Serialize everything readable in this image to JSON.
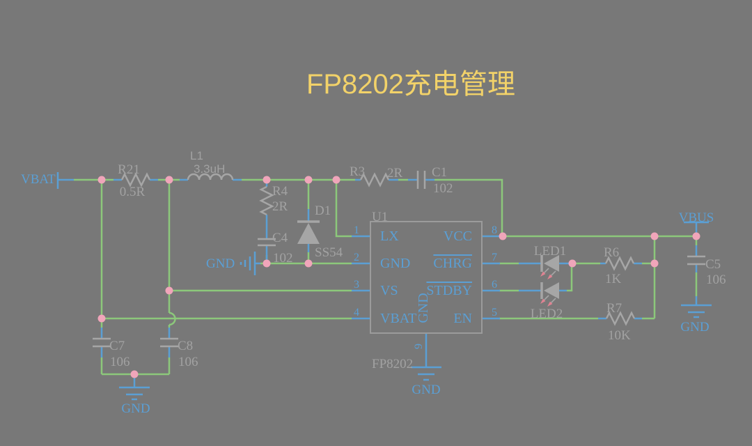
{
  "title": "FP8202充电管理",
  "power": {
    "vbat": "VBAT",
    "vbus": "VBUS",
    "gnd": "GND"
  },
  "components": {
    "r21": {
      "ref": "R21",
      "value": "0.5R"
    },
    "l1": {
      "ref": "L1",
      "value": "3.3uH"
    },
    "r4": {
      "ref": "R4",
      "value": "2R"
    },
    "c4": {
      "ref": "C4",
      "value": "102"
    },
    "d1": {
      "ref": "D1",
      "value": "SS54"
    },
    "r3": {
      "ref": "R3",
      "value": "2R"
    },
    "c1": {
      "ref": "C1",
      "value": "102"
    },
    "r6": {
      "ref": "R6",
      "value": "1K"
    },
    "r7": {
      "ref": "R7",
      "value": "10K"
    },
    "c5": {
      "ref": "C5",
      "value": "106"
    },
    "c7": {
      "ref": "C7",
      "value": "106"
    },
    "c8": {
      "ref": "C8",
      "value": "106"
    },
    "led1": {
      "ref": "LED1"
    },
    "led2": {
      "ref": "LED2"
    }
  },
  "u1": {
    "ref": "U1",
    "part": "FP8202",
    "pins_left": [
      {
        "num": "1",
        "name": "LX"
      },
      {
        "num": "2",
        "name": "GND"
      },
      {
        "num": "3",
        "name": "VS"
      },
      {
        "num": "4",
        "name": "VBAT"
      }
    ],
    "pins_right": [
      {
        "num": "8",
        "name": "VCC"
      },
      {
        "num": "7",
        "name": "CHRG"
      },
      {
        "num": "6",
        "name": "STDBY"
      },
      {
        "num": "5",
        "name": "EN"
      }
    ],
    "pin_bottom": {
      "num": "9",
      "name": "GND"
    }
  },
  "colors": {
    "background": "#787878",
    "wire": "#8cc87b",
    "pin_wire": "#5b9fd4",
    "component": "#a6a6a6",
    "junction": "#f0a5ba",
    "title": "#f2d269"
  }
}
